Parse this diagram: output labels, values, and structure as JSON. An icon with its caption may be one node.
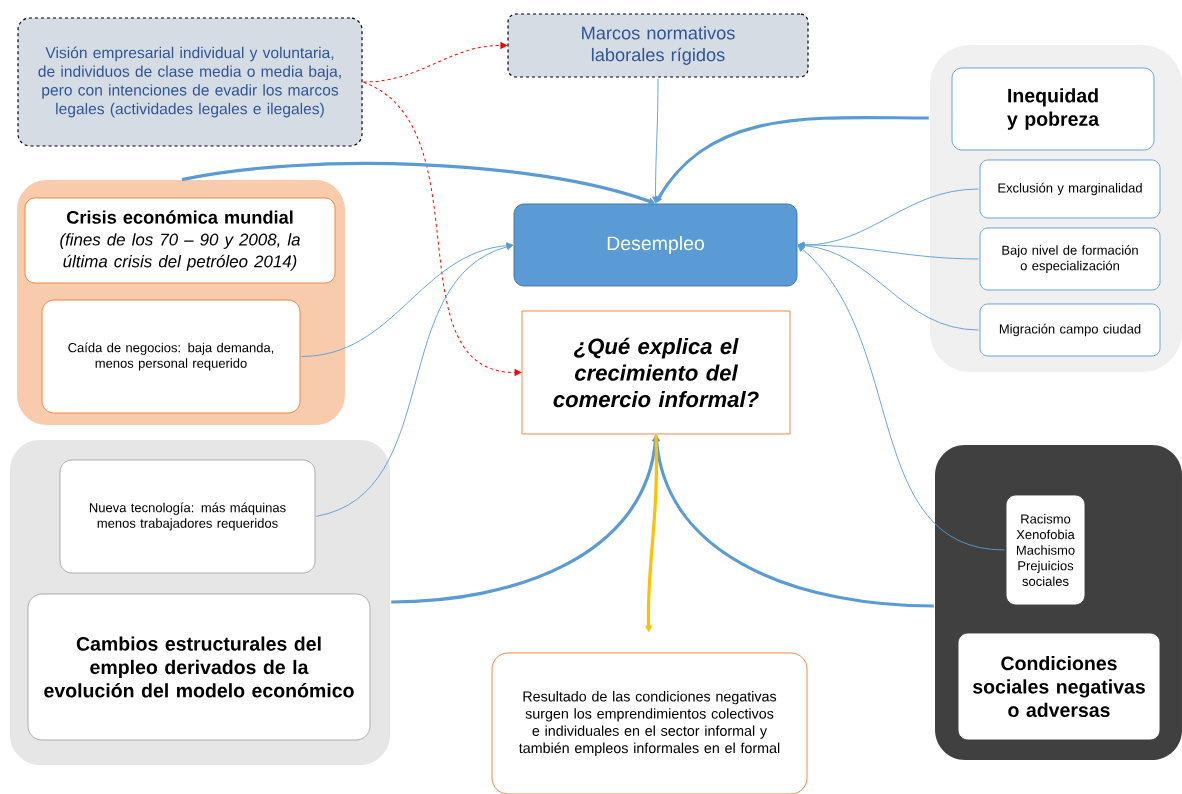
{
  "diagram": {
    "nodes": [
      {
        "text": [
          "Visión empresarial individual y voluntaria, de individuos de clase media o media baja, pero con intenciones de evadir los marcos legales (actividades legales e ilegales)"
        ]
      },
      {
        "text": [
          "Marcos normativos laborales rígidos"
        ]
      },
      {
        "text": [],
        "shape": "box"
      },
      {
        "text": [
          "Inequidad y pobreza"
        ],
        "in": 2
      },
      {
        "text": [
          "Exclusión y marginalidad"
        ],
        "in": 2
      },
      {
        "text": [
          "Bajo nivel de formación o especialización"
        ],
        "in": 2
      },
      {
        "text": [
          "Migración campo ciudad"
        ],
        "in": 2
      },
      {
        "text": [],
        "shape": "box"
      },
      {
        "text": [
          "Crisis económica mundial",
          "(fines de los 70 – 90 y 2008, la última crisis del petróleo 2014)"
        ],
        "in": 7
      },
      {
        "text": [
          "Caída de negocios: baja demanda, menos personal requerido"
        ],
        "in": 7
      },
      {
        "text": [
          "Desempleo"
        ]
      },
      {
        "text": [
          "¿Qué explica el crecimiento del comercio informal?"
        ]
      },
      {
        "text": [],
        "shape": "box"
      },
      {
        "text": [
          "Nueva tecnología: más máquinas menos trabajadores requeridos"
        ],
        "in": 12
      },
      {
        "text": [
          "Cambios estructurales del empleo derivados de la evolución del modelo económico"
        ],
        "in": 12
      },
      {
        "text": [],
        "shape": "box"
      },
      {
        "text": [
          "Racismo Xenofobia Machismo Prejuicios sociales"
        ],
        "in": 15
      },
      {
        "text": [
          "Condiciones sociales negativas o adversas"
        ],
        "in": 15
      },
      {
        "text": [
          "Resultado de las condiciones negativas surgen los emprendimientos colectivos e individuales en el sector informal y también empleos informales en el formal"
        ]
      }
    ],
    "edges": [
      {
        "from": 0,
        "to": 1,
        "arrow": "to",
        "style": "dashed",
        "color": "#ff0000"
      },
      {
        "from": 0,
        "to": 11,
        "arrow": "to",
        "style": "dashed",
        "color": "#ff0000"
      },
      {
        "from": 1,
        "to": 10,
        "arrow": "to"
      },
      {
        "from": 7,
        "to": 10,
        "arrow": "to",
        "style": "thick"
      },
      {
        "from": 2,
        "to": 10,
        "arrow": "to",
        "style": "thick"
      },
      {
        "from": 9,
        "to": 10,
        "arrow": "to"
      },
      {
        "from": 13,
        "to": 10,
        "arrow": "to"
      },
      {
        "from": 4,
        "to": 10,
        "arrow": "to"
      },
      {
        "from": 5,
        "to": 10,
        "arrow": "to"
      },
      {
        "from": 6,
        "to": 10,
        "arrow": "to"
      },
      {
        "from": 16,
        "to": 10,
        "arrow": "to"
      },
      {
        "from": 12,
        "to": 11,
        "arrow": "to",
        "style": "thick"
      },
      {
        "from": 15,
        "to": 11,
        "arrow": "to",
        "style": "thick"
      },
      {
        "from": 11,
        "to": 18,
        "arrow": "to",
        "style": "thick",
        "color": "#ffc000"
      }
    ]
  }
}
